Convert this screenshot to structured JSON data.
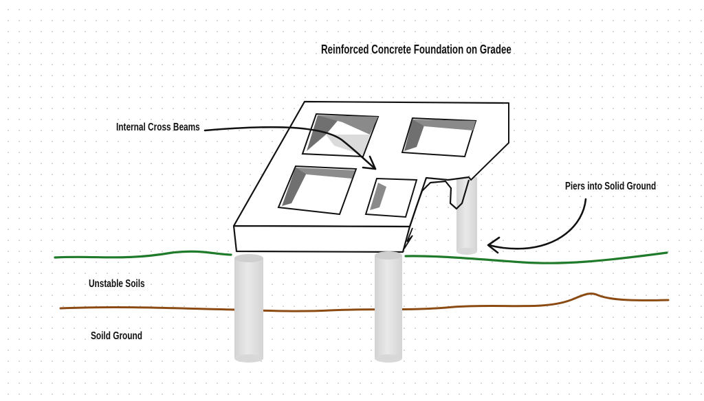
{
  "diagram": {
    "title": "Reinforced Concrete Foundation on Gradee",
    "labels": {
      "internal_cross_beams": "Internal Cross Beams",
      "piers_into_solid_ground": "Piers into Solid Ground",
      "unstable_soils": "Unstable Soils",
      "solid_ground": "Soild Ground"
    },
    "colors": {
      "grade_line": "#1f7a2a",
      "solid_ground_line": "#8b4a12",
      "pier_fill": "#dedede",
      "cutout_shade": "#7a7a7a",
      "ink": "#111111"
    }
  }
}
